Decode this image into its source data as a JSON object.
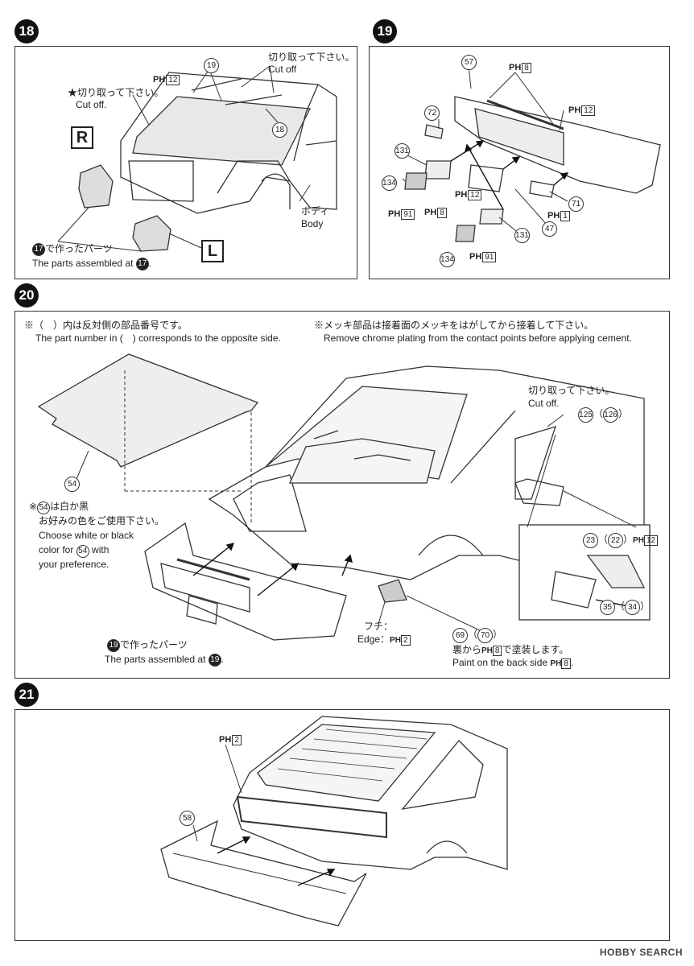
{
  "steps": {
    "s18": {
      "number": "18",
      "cut_jp": "切り取って下さい。",
      "cut_en": "Cut off",
      "star_cut_jp": "★切り取って下さい。",
      "star_cut_en": "Cut off.",
      "body_jp": "ボディ",
      "body_en": "Body",
      "parts17_jp": "で作ったパーツ",
      "parts17_en": "The parts assembled at",
      "ref_step": "17",
      "label_r": "R",
      "label_l": "L",
      "part_19": "19",
      "part_18": "18",
      "ph_12": "12"
    },
    "s19": {
      "number": "19",
      "parts": [
        "57",
        "72",
        "131",
        "134",
        "71",
        "47",
        "131",
        "134"
      ],
      "ph": [
        "8",
        "12",
        "12",
        "8",
        "91",
        "1",
        "91"
      ]
    },
    "s20": {
      "number": "20",
      "note_opp_jp": "※（　）内は反対側の部品番号です。",
      "note_opp_en": "The part number in (　) corresponds to the opposite side.",
      "note_chrome_jp": "※メッキ部品は接着面のメッキをはがしてから接着して下さい。",
      "note_chrome_en": "Remove chrome plating from the contact points before applying cement.",
      "cut_jp": "切り取って下さい。",
      "cut_en": "Cut off.",
      "part_125": "125",
      "part_126": "126",
      "part_54": "54",
      "color_jp1": "※",
      "color_jp1b": "は白か黒",
      "color_jp2": "お好みの色をご使用下さい。",
      "color_en1": "Choose white or black",
      "color_en2": "color for",
      "color_en2b": "with",
      "color_en3": "your preference.",
      "parts19_jp": "で作ったパーツ",
      "parts19_en": "The parts assembled at",
      "ref_step": "19",
      "edge_jp": "フチ：",
      "edge_en": "Edge：",
      "edge_ph": "2",
      "part_69": "69",
      "part_70": "70",
      "paint_jp": "裏から",
      "paint_jp_b": "で塗装します。",
      "paint_en": "Paint on the back side",
      "paint_ph": "8",
      "part_23": "23",
      "part_22": "22",
      "part_35": "35",
      "part_34": "34",
      "mirror_ph": "12"
    },
    "s21": {
      "number": "21",
      "part_58": "58",
      "ph_2": "2"
    }
  },
  "ph_prefix": "PH",
  "watermark": "HOBBY SEARCH"
}
